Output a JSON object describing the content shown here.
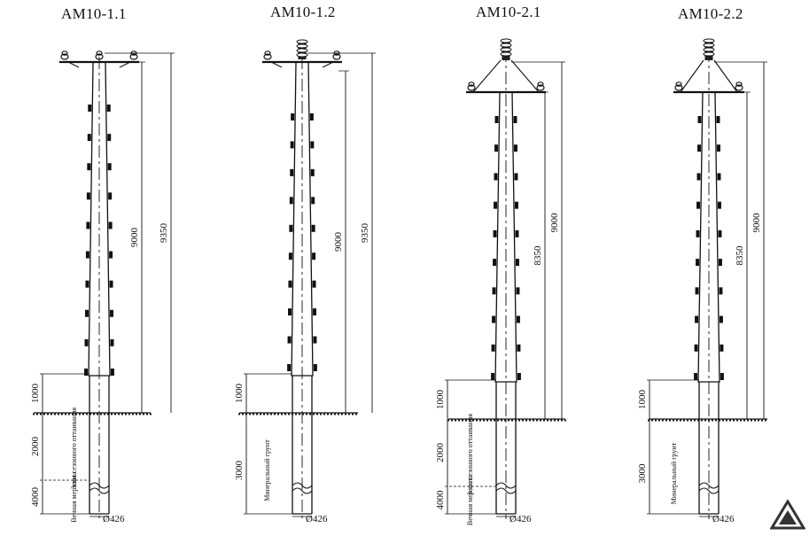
{
  "poles": [
    {
      "title": "AM10-1.1",
      "dims": [
        "9000",
        "9350"
      ],
      "ground_dims": [
        "1000",
        "2000",
        "4000"
      ],
      "zones": [
        "Зона сезонного оттаивания",
        "Вечная мерзлота"
      ],
      "diameter": "Ø426",
      "variant": "flat-seasonal"
    },
    {
      "title": "AM10-1.2",
      "dims": [
        "9000",
        "9350"
      ],
      "ground_dims": [
        "1000",
        "3000"
      ],
      "zones": [
        "Минеральный грунт"
      ],
      "diameter": "Ø426",
      "variant": "flat-mineral"
    },
    {
      "title": "AM10-2.1",
      "dims": [
        "8350",
        "9000"
      ],
      "ground_dims": [
        "1000",
        "2000",
        "4000"
      ],
      "zones": [
        "Зона сезонного оттаивания",
        "Вечная мерзлота"
      ],
      "diameter": "Ø426",
      "variant": "braced-seasonal"
    },
    {
      "title": "AM10-2.2",
      "dims": [
        "8350",
        "9000"
      ],
      "ground_dims": [
        "1000",
        "3000"
      ],
      "zones": [
        "Минеральный грунт"
      ],
      "diameter": "Ø426",
      "variant": "braced-mineral"
    }
  ],
  "logo": {
    "icon": "triangle-logo-icon",
    "color": "#333333"
  }
}
